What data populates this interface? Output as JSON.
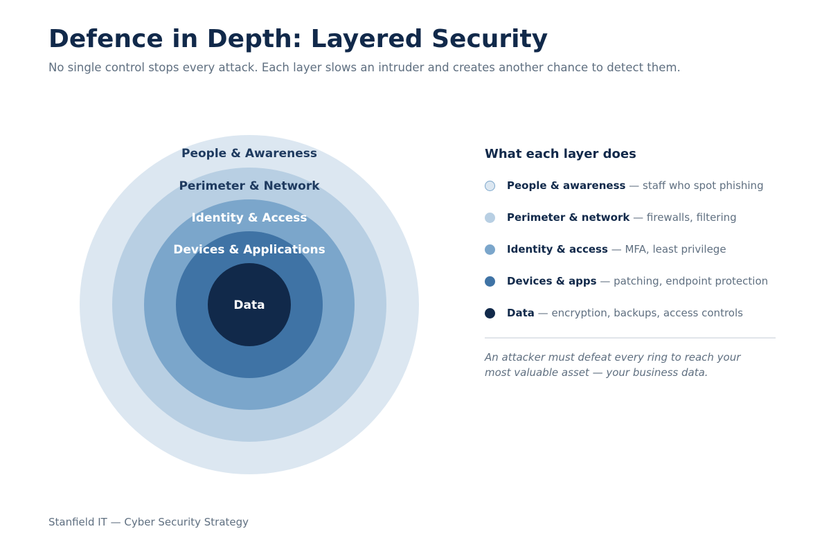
{
  "header": {
    "title": "Defence in Depth: Layered Security",
    "subtitle": "No single control stops every attack. Each layer slows an intruder and creates another chance to detect them."
  },
  "rings": [
    {
      "label": "People & Awareness",
      "fill": "#dce7f1",
      "label_color": "#1e3a5f"
    },
    {
      "label": "Perimeter & Network",
      "fill": "#b8cfe3",
      "label_color": "#1e3a5f"
    },
    {
      "label": "Identity & Access",
      "fill": "#7ba6cb",
      "label_color": "#ffffff"
    },
    {
      "label": "Devices & Applications",
      "fill": "#3f73a5",
      "label_color": "#ffffff"
    },
    {
      "label": "Data",
      "fill": "#11294a",
      "label_color": "#ffffff"
    }
  ],
  "legend": {
    "title": "What each layer does",
    "items": [
      {
        "name": "People & awareness",
        "desc": "staff who spot phishing",
        "color": "#dce7f1"
      },
      {
        "name": "Perimeter & network",
        "desc": "firewalls, filtering",
        "color": "#b8cfe3"
      },
      {
        "name": "Identity & access",
        "desc": "MFA, least privilege",
        "color": "#7ba6cb"
      },
      {
        "name": "Devices & apps",
        "desc": "patching, endpoint protection",
        "color": "#3f73a5"
      },
      {
        "name": "Data",
        "desc": "encryption, backups, access controls",
        "color": "#11294a"
      }
    ],
    "separator": "—",
    "note": "An attacker must defeat every ring to reach your most valuable asset — your business data."
  },
  "footer": {
    "text": "Stanfield IT — Cyber Security Strategy"
  }
}
